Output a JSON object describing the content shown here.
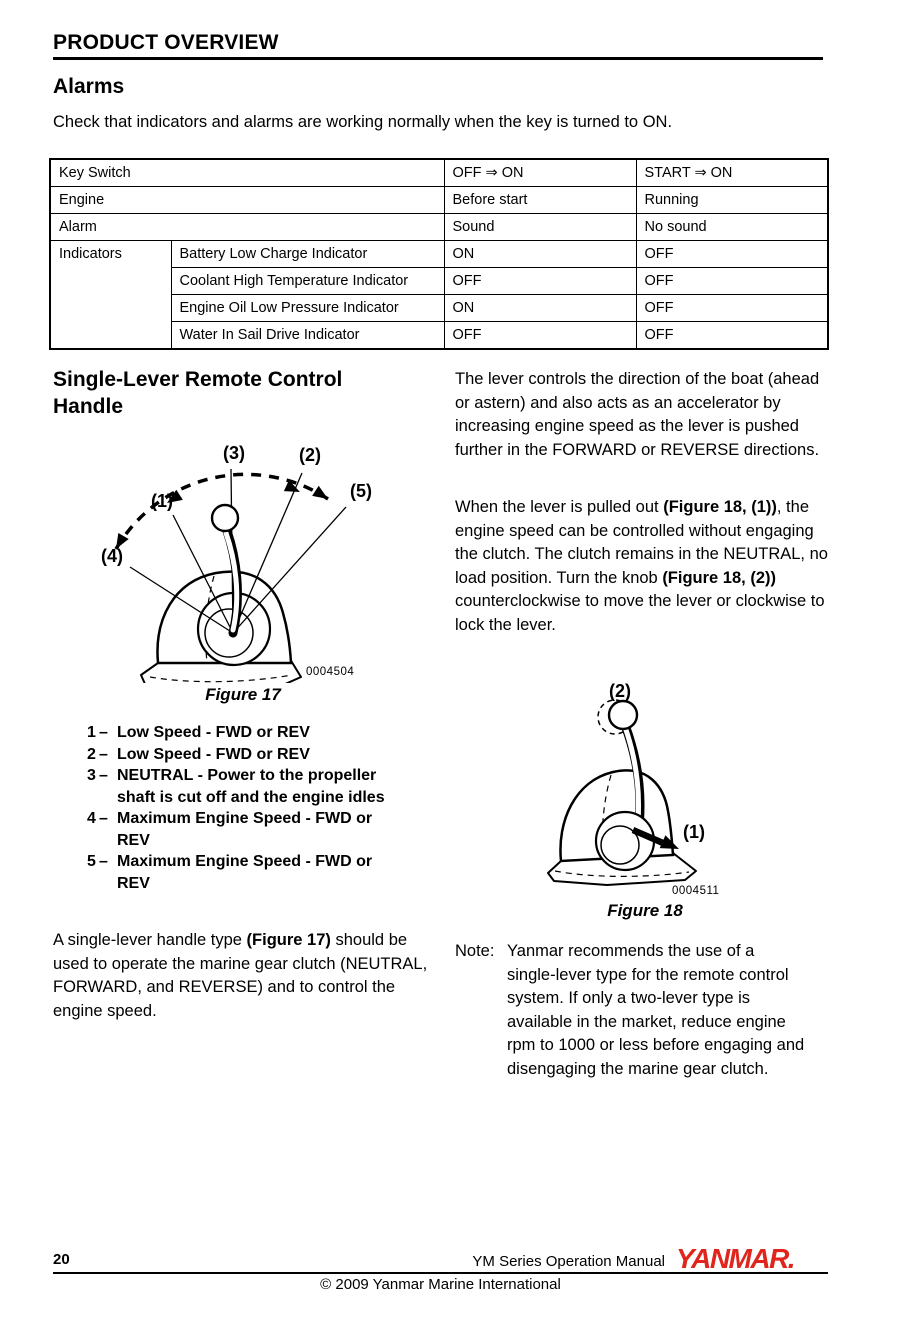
{
  "header": {
    "title": "PRODUCT OVERVIEW"
  },
  "alarms": {
    "heading": "Alarms",
    "intro": "Check that indicators and alarms are working normally when the key is turned to ON.",
    "table": {
      "rows": [
        {
          "label": "Key Switch",
          "off_on": "OFF ⇒ ON",
          "start_on": "START ⇒ ON"
        },
        {
          "label": "Engine",
          "off_on": "Before start",
          "start_on": "Running"
        },
        {
          "label": "Alarm",
          "off_on": "Sound",
          "start_on": "No sound"
        }
      ],
      "indicators": {
        "label": "Indicators",
        "items": [
          {
            "name": "Battery Low Charge Indicator",
            "off_on": "ON",
            "start_on": "OFF"
          },
          {
            "name": "Coolant High Temperature Indicator",
            "off_on": "OFF",
            "start_on": "OFF"
          },
          {
            "name": "Engine Oil Low Pressure Indicator",
            "off_on": "ON",
            "start_on": "OFF"
          },
          {
            "name": "Water In Sail Drive Indicator",
            "off_on": "OFF",
            "start_on": "OFF"
          }
        ]
      }
    }
  },
  "single_lever": {
    "heading": "Single-Lever Remote Control Handle",
    "figure17": {
      "labels": [
        "(1)",
        "(2)",
        "(3)",
        "(4)",
        "(5)"
      ],
      "code": "0004504",
      "caption": "Figure 17"
    },
    "legend": [
      {
        "num": "1",
        "dash": "–",
        "text": "Low Speed - FWD or REV"
      },
      {
        "num": "2",
        "dash": "–",
        "text": "Low Speed - FWD or REV"
      },
      {
        "num": "3",
        "dash": "–",
        "text": "NEUTRAL - Power to the propeller shaft is cut off and the engine idles"
      },
      {
        "num": "4",
        "dash": "–",
        "text": "Maximum Engine Speed - FWD or REV"
      },
      {
        "num": "5",
        "dash": "–",
        "text": "Maximum Engine Speed - FWD or REV"
      }
    ],
    "left_para": [
      "A single-lever handle type ",
      "(Figure 17)",
      " should be used to operate the marine gear clutch (NEUTRAL, FORWARD, and REVERSE) and to control the engine speed."
    ],
    "right_para1": "The lever controls the direction of the boat (ahead or astern) and also acts as an accelerator by increasing engine speed as the lever is pushed further in the FORWARD or REVERSE directions.",
    "right_para2": [
      "When the lever is pulled out ",
      "(Figure 18, (1))",
      ", the engine speed can be controlled without engaging the clutch. The clutch remains in the NEUTRAL, no load position. Turn the knob ",
      "(Figure 18, (2))",
      " counterclockwise to move the lever or clockwise to lock the lever."
    ],
    "figure18": {
      "labels": [
        "(1)",
        "(2)"
      ],
      "code": "0004511",
      "caption": "Figure 18"
    },
    "note": {
      "label": "Note:",
      "text": "Yanmar recommends the use of a single-lever type for the remote control system. If only a two-lever type is available in the market, reduce engine rpm to 1000 or less before engaging and disengaging the marine gear clutch."
    }
  },
  "footer": {
    "page_number": "20",
    "manual_title": "YM Series Operation Manual",
    "brand": "YANMAR.",
    "brand_color": "#e0251c",
    "copyright": "© 2009 Yanmar Marine International"
  }
}
